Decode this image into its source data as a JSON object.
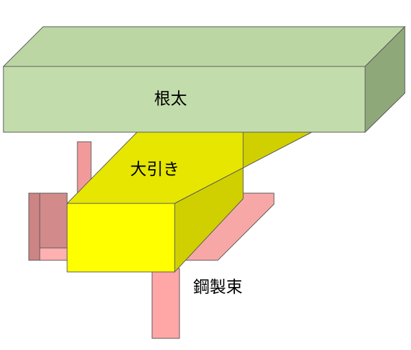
{
  "labels": {
    "joist": "根太",
    "beam": "大引き",
    "post": "鋼製束"
  },
  "colors": {
    "joist_front": "#c3dcab",
    "joist_top": "#bbd6a3",
    "joist_side": "#8fa87a",
    "beam_front": "#ffff00",
    "beam_top": "#e5e600",
    "beam_side": "#cfcf00",
    "steel_light": "#ffa6a6",
    "steel_mid": "#f59a9a",
    "steel_dark": "#cc8484",
    "outline": "#5a5a5a"
  }
}
